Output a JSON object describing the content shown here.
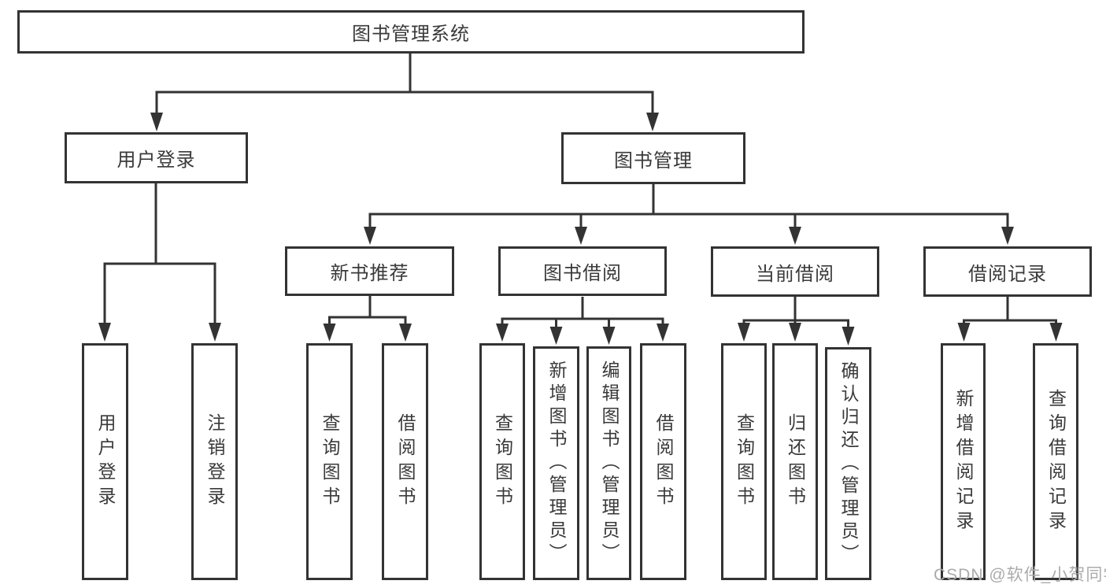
{
  "nodes": {
    "root": {
      "label": "图书管理系统"
    },
    "branches": [
      {
        "label": "用户登录"
      },
      {
        "label": "图书管理"
      }
    ],
    "modules": [
      {
        "label": "新书推荐"
      },
      {
        "label": "图书借阅"
      },
      {
        "label": "当前借阅"
      },
      {
        "label": "借阅记录"
      }
    ],
    "leaves": [
      {
        "label": "用户登录"
      },
      {
        "label": "注销登录"
      },
      {
        "label": "查询图书"
      },
      {
        "label": "借阅图书"
      },
      {
        "label": "查询图书"
      },
      {
        "label": "新增图书（管理员）"
      },
      {
        "label": "编辑图书（管理员）"
      },
      {
        "label": "借阅图书"
      },
      {
        "label": "查询图书"
      },
      {
        "label": "归还图书"
      },
      {
        "label": "确认归还（管理员）"
      },
      {
        "label": "新增借阅记录"
      },
      {
        "label": "查询借阅记录"
      }
    ]
  },
  "watermark": "CSDN @软件_小贺同学",
  "colors": {
    "line": "#333333",
    "text": "#3a3a3a",
    "watermark": "#ababab",
    "background": "#ffffff"
  }
}
